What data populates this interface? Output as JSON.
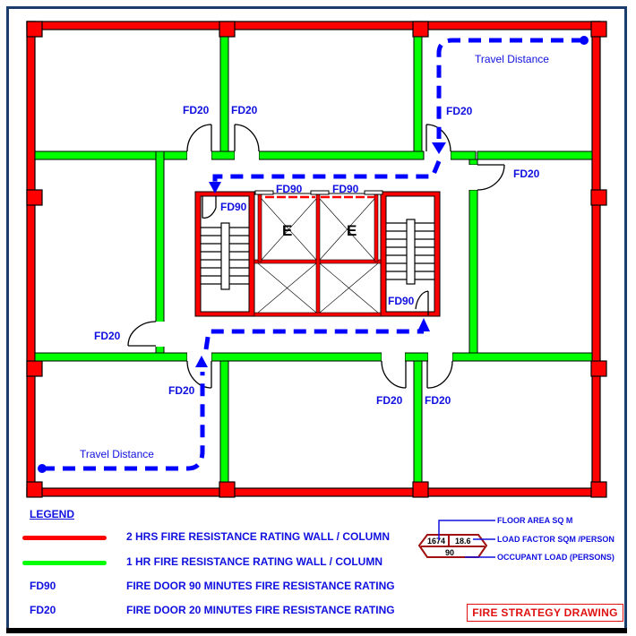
{
  "drawing": {
    "title": "FIRE STRATEGY DRAWING",
    "colors": {
      "two_hr_wall": "#ff0000",
      "one_hr_wall": "#00ff00",
      "label_blue": "#1010e0",
      "travel_path": "#0000ff",
      "frame": "#1a3d6b",
      "key_outline": "#a01010"
    }
  },
  "plan": {
    "door_labels": {
      "fd20_top_left_a": "FD20",
      "fd20_top_left_b": "FD20",
      "fd20_top_right": "FD20",
      "fd20_right_corridor": "FD20",
      "fd20_left_corridor": "FD20",
      "fd20_bottom_left": "FD20",
      "fd20_bottom_mid_a": "FD20",
      "fd20_bottom_mid_b": "FD20",
      "fd90_left_stair": "FD90",
      "fd90_lift_a": "FD90",
      "fd90_lift_b": "FD90",
      "fd90_right_stair": "FD90"
    },
    "elevators": [
      "E",
      "E"
    ],
    "travel_distance_top": "Travel Distance",
    "travel_distance_bottom": "Travel Distance"
  },
  "legend": {
    "title": "LEGEND",
    "items": [
      {
        "swatch": "red-line",
        "code": "",
        "text": "2 HRS FIRE RESISTANCE RATING WALL / COLUMN"
      },
      {
        "swatch": "green-line",
        "code": "",
        "text": "1 HR FIRE RESISTANCE RATING WALL / COLUMN"
      },
      {
        "swatch": "",
        "code": "FD90",
        "text": "FIRE DOOR 90 MINUTES FIRE RESISTANCE RATING"
      },
      {
        "swatch": "",
        "code": "FD20",
        "text": "FIRE DOOR 20 MINUTES FIRE RESISTANCE RATING"
      }
    ]
  },
  "occupancy_key": {
    "floor_area": "1674",
    "load_factor": "18.6",
    "occupant_load": "90",
    "floor_area_label": "FLOOR AREA SQ M",
    "load_factor_label": "LOAD FACTOR SQM /PERSON",
    "occupant_load_label": "OCCUPANT LOAD (PERSONS)"
  }
}
